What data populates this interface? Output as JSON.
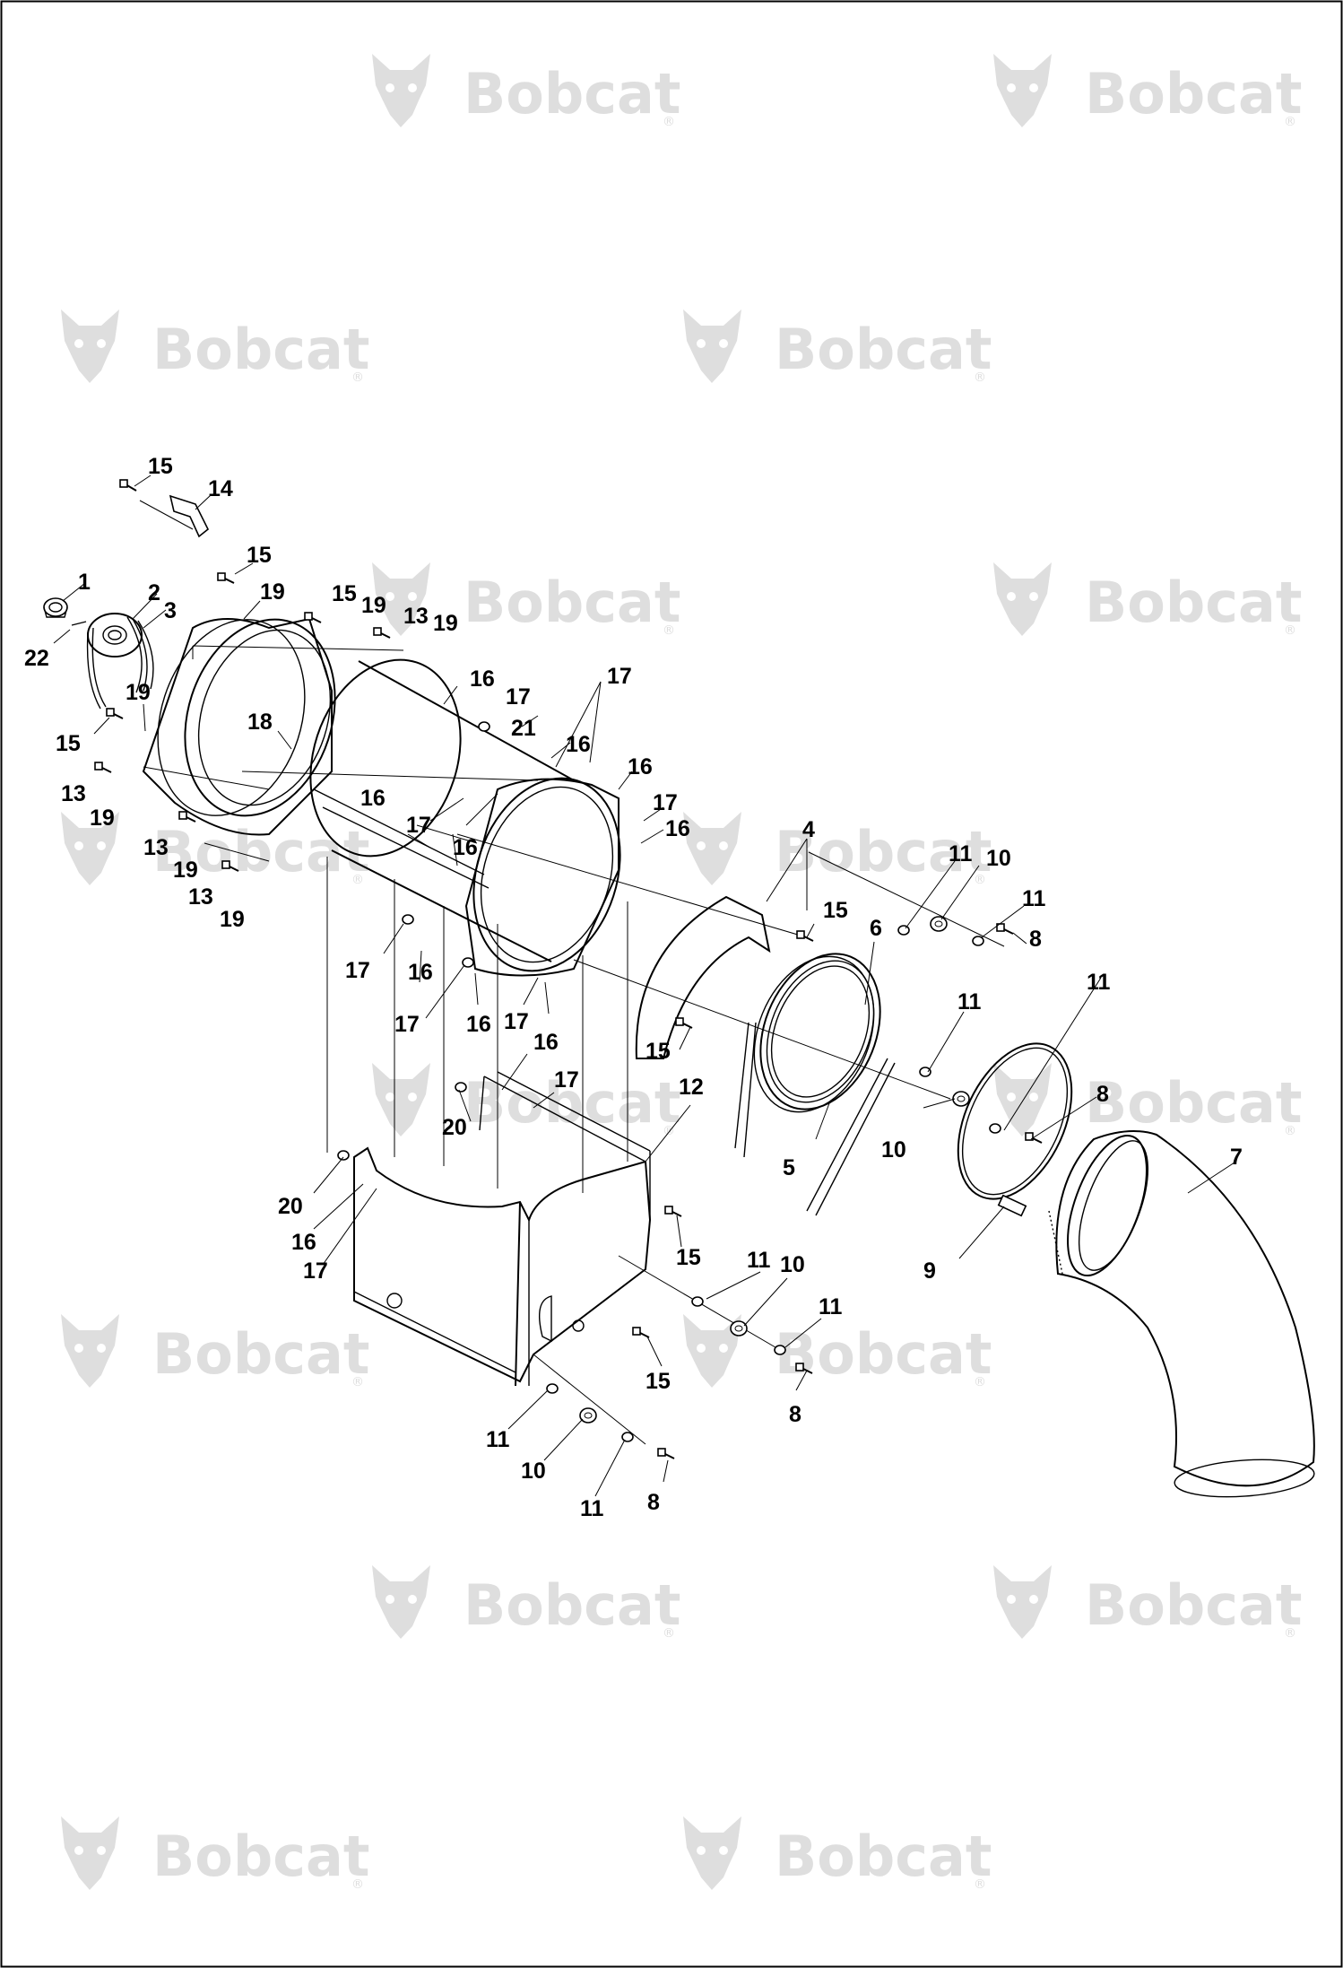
{
  "watermark": {
    "text": "Bobcat",
    "mark": "®",
    "icon": "bobcat-logo-icon",
    "color": "#dedede"
  },
  "callouts": {
    "c1": "1",
    "c2": "2",
    "c3": "3",
    "c4": "4",
    "c5": "5",
    "c6": "6",
    "c7": "7",
    "c8a": "8",
    "c8b": "8",
    "c8c": "8",
    "c8d": "8",
    "c9": "9",
    "c10a": "10",
    "c10b": "10",
    "c10c": "10",
    "c10d": "10",
    "c11a": "11",
    "c11b": "11",
    "c11c": "11",
    "c11d": "11",
    "c11e": "11",
    "c11f": "11",
    "c11g": "11",
    "c11h": "11",
    "c12": "12",
    "c13a": "13",
    "c13b": "13",
    "c13c": "13",
    "c13d": "13",
    "c14": "14",
    "c15a": "15",
    "c15b": "15",
    "c15c": "15",
    "c15d": "15",
    "c15e": "15",
    "c15f": "15",
    "c15g": "15",
    "c15h": "15",
    "c16a": "16",
    "c16b": "16",
    "c16c": "16",
    "c16d": "16",
    "c16e": "16",
    "c16f": "16",
    "c16g": "16",
    "c16h": "16",
    "c16i": "16",
    "c16j": "16",
    "c17a": "17",
    "c17b": "17",
    "c17c": "17",
    "c17d": "17",
    "c17e": "17",
    "c17f": "17",
    "c17g": "17",
    "c17h": "17",
    "c17i": "17",
    "c18": "18",
    "c19a": "19",
    "c19b": "19",
    "c19c": "19",
    "c19d": "19",
    "c19e": "19",
    "c19f": "19",
    "c19g": "19",
    "c20a": "20",
    "c20b": "20",
    "c21": "21",
    "c22": "22"
  }
}
